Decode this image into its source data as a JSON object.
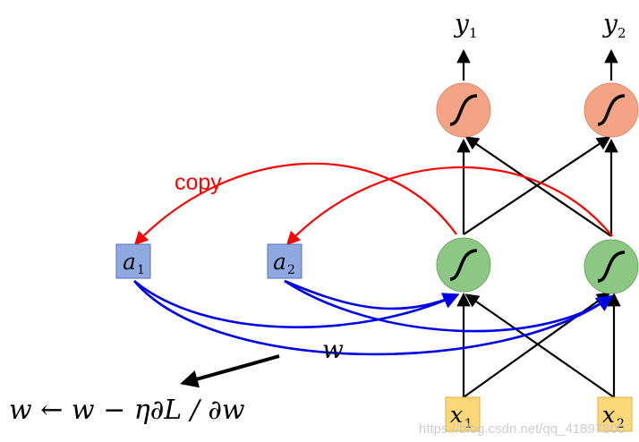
{
  "diagram": {
    "outputs": [
      {
        "symbol": "y",
        "subscript": "1"
      },
      {
        "symbol": "y",
        "subscript": "2"
      }
    ],
    "inputs": [
      {
        "symbol": "x",
        "subscript": "1"
      },
      {
        "symbol": "x",
        "subscript": "2"
      }
    ],
    "memory": [
      {
        "symbol": "a",
        "subscript": "1"
      },
      {
        "symbol": "a",
        "subscript": "2"
      }
    ],
    "copy_label": "copy",
    "weight_label": "w",
    "update_rule": "w ← w − η∂L / ∂w",
    "watermark": "https://blog.csdn.net/qq_41897800",
    "colors": {
      "output_node": "#f4a484",
      "hidden_node": "#8cc783",
      "input_box": "#fcd878",
      "memory_box": "#90a8e0",
      "copy_arrow": "#ff0000",
      "weight_arrow": "#0000e6",
      "forward_arrow": "#000000"
    }
  }
}
